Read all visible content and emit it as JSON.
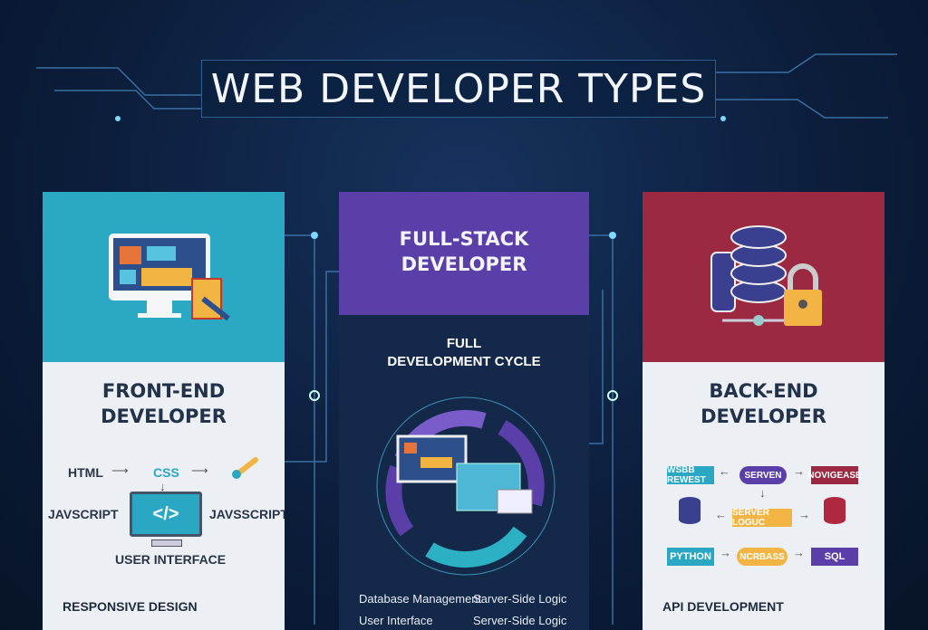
{
  "title": "WEB DEVELOPER TYPES",
  "colors": {
    "frontend": "#2ba8c4",
    "fullstack": "#5b3fa8",
    "backend": "#9b2941",
    "background": "#0c1e3c"
  },
  "frontend": {
    "heading_line1": "FRONT-END",
    "heading_line2": "DEVELOPER",
    "flow": {
      "html": "HTML",
      "css": "CSS",
      "js_left": "JAVSCRIPT",
      "js_right": "JAVSSCRIPT",
      "ui": "USER INTERFACE",
      "code_glyph": "</>"
    },
    "section": "RESPONSIVE DESIGN"
  },
  "fullstack": {
    "heading_line1": "FULL-STACK",
    "heading_line2": "DEVELOPER",
    "cycle_line1": "FULL",
    "cycle_line2": "DEVELOPMENT CYCLE",
    "items": [
      "Database Management",
      "Sarver-Side Logic",
      "User Interface",
      "Server-Side Logic"
    ]
  },
  "backend": {
    "heading_line1": "BACK-END",
    "heading_line2": "DEVELOPER",
    "flow": {
      "request": "WSBB REWEST",
      "server": "SERVEN",
      "database": "NOVIGEASE",
      "logic": "SERVER LOGUC",
      "python": "PYTHON",
      "nosql": "NCRBASS",
      "sql": "SQL"
    },
    "section": "API DEVELOPMENT"
  }
}
